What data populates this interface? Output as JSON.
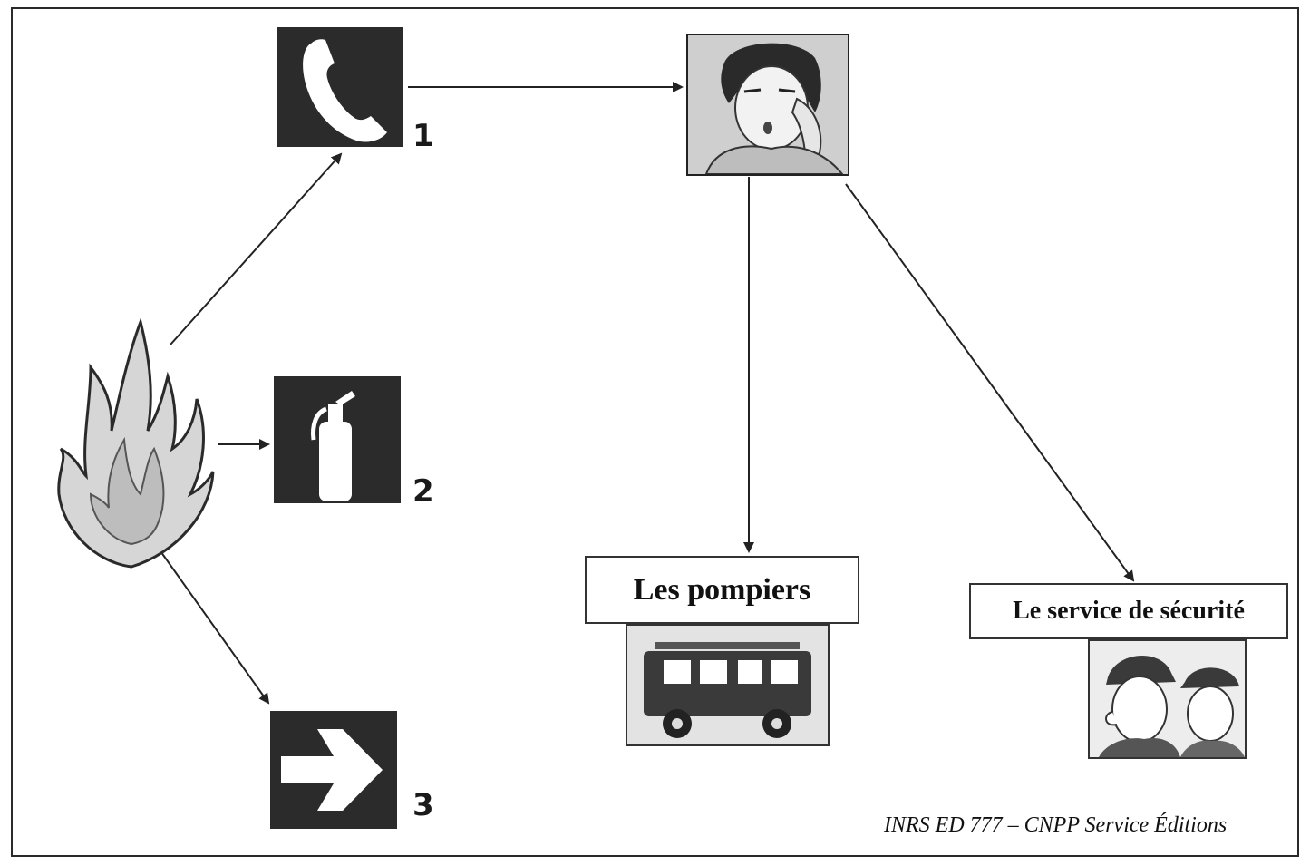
{
  "steps": [
    {
      "number": "1",
      "icon": "telephone-icon"
    },
    {
      "number": "2",
      "icon": "fire-extinguisher-icon"
    },
    {
      "number": "3",
      "icon": "exit-arrow-icon"
    }
  ],
  "nodes": {
    "origin": {
      "icon": "fire-icon"
    },
    "operator": {
      "icon": "person-on-phone-icon"
    },
    "firefighters": {
      "label": "Les pompiers",
      "icon": "fire-truck-icon"
    },
    "security": {
      "label": "Le service de sécurité",
      "icon": "security-guards-icon"
    }
  },
  "caption": "INRS ED 777 – CNPP Service Éditions",
  "colors": {
    "dark_tile": "#2b2b2b",
    "line": "#222222"
  }
}
